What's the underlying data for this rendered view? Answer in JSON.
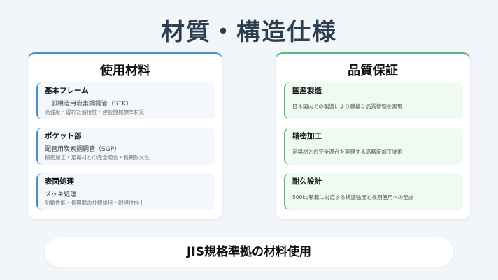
{
  "title": "材質・構造仕様",
  "materials": {
    "heading": "使用材料",
    "items": [
      {
        "name": "基本フレーム",
        "spec": "一般構造用炭素鋼鋼管（STK）",
        "desc": "高強度・優れた溶接性・建設機械標準材質"
      },
      {
        "name": "ポケット部",
        "spec": "配管用炭素鋼鋼管（SGP）",
        "desc": "精密加工・足場材との完全適合・長期耐久性"
      },
      {
        "name": "表面処理",
        "spec": "メッキ処理",
        "desc": "防錆性能・長期間の外観維持・耐候性向上"
      }
    ]
  },
  "quality": {
    "heading": "品質保証",
    "items": [
      {
        "name": "国産製造",
        "desc": "日本国内での製造により厳格な品質管理を実現"
      },
      {
        "name": "精密加工",
        "desc": "足場材との完全適合を実現する高精度加工技術"
      },
      {
        "name": "耐久設計",
        "desc": "500kg積載に対応する構造強度と長期使用への配慮"
      }
    ]
  },
  "footer": "JIS規格準拠の材料使用"
}
